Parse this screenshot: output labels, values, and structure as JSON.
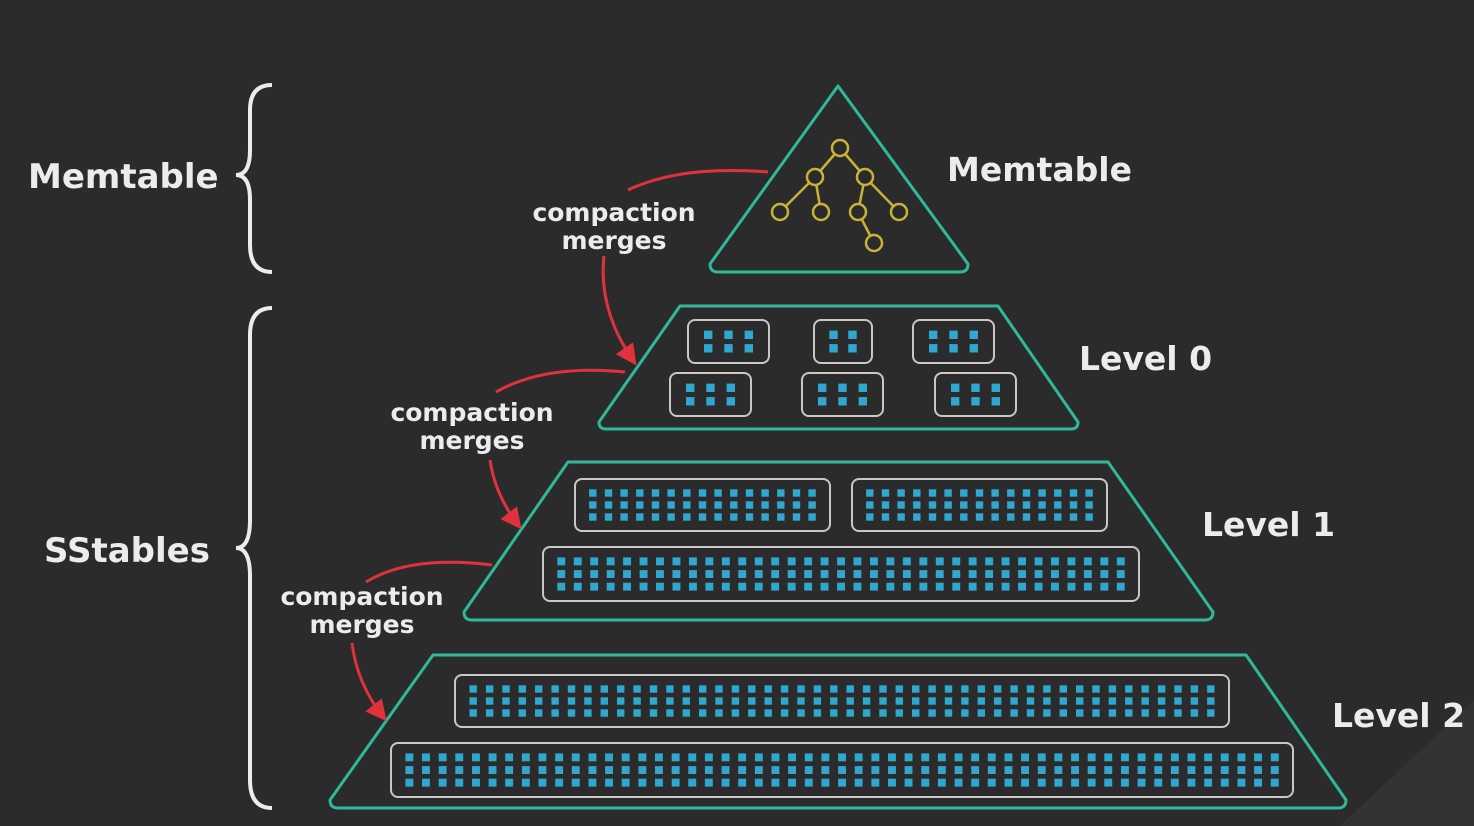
{
  "labels": {
    "memtable_group": "Memtable",
    "sstables_group": "SStables",
    "memtable_tier": "Memtable",
    "level0": "Level 0",
    "level1": "Level 1",
    "level2": "Level 2"
  },
  "arrows": [
    {
      "line1": "compaction",
      "line2": "merges"
    },
    {
      "line1": "compaction",
      "line2": "merges"
    },
    {
      "line1": "compaction",
      "line2": "merges"
    }
  ],
  "colors": {
    "background": "#2b2b2b",
    "tier_outline": "#2fb89a",
    "tree_node": "#c9b23a",
    "block_outline": "#c8c8c8",
    "cell": "#2fa7cf",
    "arrow": "#e0323c",
    "text": "#ececec"
  }
}
